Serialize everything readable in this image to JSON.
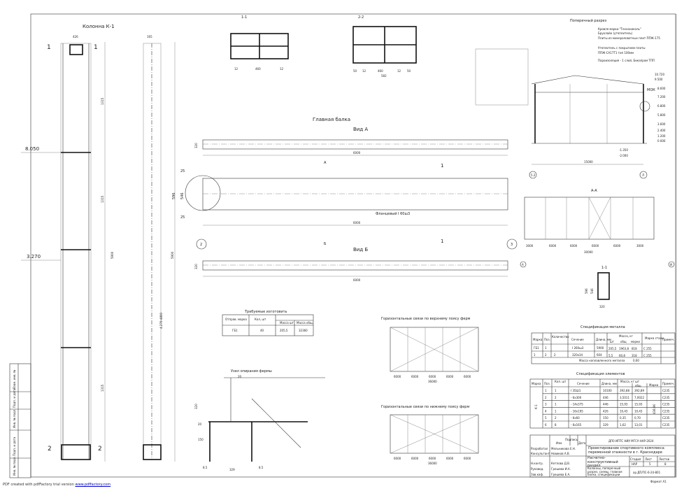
{
  "column": {
    "title": "Колонна К-1",
    "level_top": "8.050",
    "level_mid": "3.270",
    "width": "426",
    "width_side": "165",
    "dims": [
      "1315",
      "1315",
      "1315",
      "5900",
      "4.270-4800"
    ],
    "sec1": "1",
    "sec2": "2"
  },
  "sections": {
    "s11": "1-1",
    "s22": "2-2",
    "s11_dims": [
      "12",
      "460",
      "12"
    ],
    "s22_dims": [
      "50",
      "12",
      "460",
      "12",
      "50",
      "582"
    ]
  },
  "beam": {
    "title": "Главная балка",
    "view_a": "Вид А",
    "view_b": "Вид Б",
    "length": "6000",
    "height": "320",
    "width_plan": "596",
    "width_inner": "546",
    "offset": "25",
    "a": "А",
    "b": "Б",
    "note": "Фланцевый I 60ш3",
    "axis2": "2",
    "axis3": "3",
    "cut": "1"
  },
  "cross_section": {
    "title": "Поперечный разрез",
    "levels": [
      "10.720",
      "9.500",
      "8.600",
      "7.200",
      "6.800",
      "5.800",
      "3.600",
      "2.400",
      "1.200",
      "0.000",
      "-1.350",
      "-2.000"
    ],
    "span": "15000",
    "axis_left": "5.2",
    "axis_right": "Л",
    "mark": "МОК",
    "notes": [
      "Кровля марки \"Технониколь\"",
      "Бруклайн (утеплитель)",
      "Плиты из минераловатных плит ППЖ-175",
      "Утеплитель с покрытием плиты",
      "ППЖ-СА17Т1 тип 100мм",
      "Пароизоляция - 1 слой, Бикапром ТПП"
    ]
  },
  "section_aa": {
    "title": "А-А",
    "spans": [
      "3000",
      "6000",
      "6000",
      "6000",
      "6000",
      "3000"
    ],
    "total": "30000",
    "axis_left": "А",
    "axis_right": "И"
  },
  "section_11_small": {
    "title": "1-1",
    "dims": [
      "596",
      "546",
      "320"
    ]
  },
  "required": {
    "title": "Требуемые изготовить",
    "headers": [
      "Отправ. марка",
      "Кол, шт",
      "Масса шт",
      "Масса общ."
    ],
    "row": [
      "ГБ1",
      "40",
      "205,5",
      "32360"
    ]
  },
  "braces_top": {
    "title": "Горизонтальные связи по верхнему поясу ферм",
    "spans": [
      "6000",
      "6000",
      "6000",
      "6000",
      "6000"
    ],
    "total": "36000"
  },
  "braces_bottom": {
    "title": "Горизонтальные связи по нижнему поясу ферм",
    "spans": [
      "6000",
      "6000",
      "6000",
      "6000",
      "6000"
    ],
    "total": "36000"
  },
  "node": {
    "title": "Узел опирания фермы",
    "dims": [
      "20",
      "320",
      "20",
      "150",
      "8.5",
      "8.5",
      "329"
    ]
  },
  "spec_metal": {
    "title": "Спецификация металла",
    "headers": [
      "Марка",
      "Поз.",
      "Количество",
      "Сечение",
      "Длина, мм",
      "Масса, кг",
      "Марка стали",
      "Примеч."
    ],
    "sub": [
      "шт",
      "общ",
      "марки"
    ],
    "rows": [
      [
        "ГБ1",
        "1",
        "",
        "I 260ш3",
        "5900",
        "205,5",
        "1963,8",
        "818",
        "С 255"
      ],
      [
        "1",
        "2",
        "2",
        "320х34",
        "604",
        "5,5",
        "60,8",
        "318",
        "С 255"
      ]
    ],
    "footer": "Масса наплавленного металла",
    "footer_val": "0,60"
  },
  "spec_elem": {
    "title": "Спецификация элементов",
    "headers": [
      "Марка",
      "Поз.",
      "Кол. шт",
      "Сечение",
      "Длина, мм",
      "Масса, кг шт",
      "общ",
      "Марка",
      "Примеч."
    ],
    "mark": "К-1",
    "total": "438,96",
    "rows": [
      [
        "1",
        "1",
        "I 35Ш1",
        "10100",
        "392,88",
        "392,89",
        "С235"
      ],
      [
        "2",
        "2",
        "- 6х300",
        "446",
        "3,5011",
        "7,0022",
        "С235"
      ],
      [
        "3",
        "1",
        "- 14х375",
        "446",
        "15,93",
        "15,93",
        "С235"
      ],
      [
        "4",
        "1",
        "- 16х195",
        "426",
        "10,43",
        "10,43",
        "С235"
      ],
      [
        "5",
        "2",
        "- 6х60",
        "150",
        "0,35",
        "0,70",
        "С235"
      ],
      [
        "6",
        "8",
        "- 6х165",
        "329",
        "1,62",
        "13,01",
        "С235"
      ]
    ]
  },
  "title_block": {
    "org": "ДП0 ИПТС НИУ МГСУ-НАР-2024",
    "project": "Проектирование спортивного комплекса переменной этажности в г. Краснодаре",
    "section": "Расчетно-конструктивный раздел",
    "stage_h": "Стадия",
    "sheet_h": "Лист",
    "sheets_h": "Листов",
    "stage": "НАР",
    "sheet": "5",
    "sheets": "8",
    "contents": "Колонны, поперечный разрез, схемы, главная балка, спецификации",
    "code": "ар.ДП/ПС-6-24-801",
    "format": "Формат А1",
    "roles": [
      "Разработал",
      "Консультант",
      "Н.контр.",
      "Руковод.",
      "Зав.каф."
    ],
    "names": [
      "Мельникова Е.Н.",
      "Новиков А.В.",
      "Кетлова Д.В.",
      "Грешева И.А.",
      "Грешева Е.А."
    ],
    "cols": [
      "Изм.",
      "Подпись",
      "Дата"
    ]
  },
  "side_stamp": [
    "Взам. инв. №",
    "Подп. и дата",
    "Инв. № подл.",
    "Подп. и дата",
    "Инв. № подл."
  ],
  "footer": {
    "text": "PDF created with pdfFactory trial version ",
    "link": "www.pdffactory.com"
  }
}
